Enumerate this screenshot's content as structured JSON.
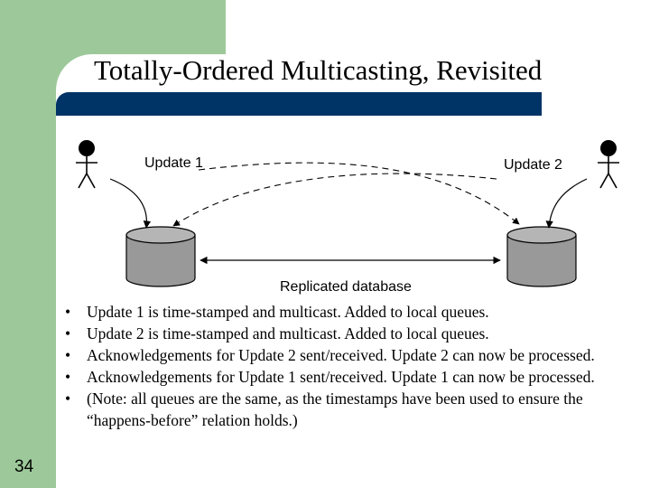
{
  "slide": {
    "title": "Totally-Ordered Multicasting, Revisited",
    "page_number": "34"
  },
  "diagram": {
    "update1_label": "Update 1",
    "update2_label": "Update 2",
    "database_label": "Replicated database",
    "node_color": "#999999"
  },
  "bullets": [
    "Update 1 is time-stamped and multicast.  Added to local queues.",
    "Update 2 is time-stamped and multicast.  Added to local queues.",
    "Acknowledgements for Update 2 sent/received.  Update 2 can now be processed.",
    "Acknowledgements for Update 1 sent/received.  Update 1 can now be processed.",
    "(Note: all queues are the same, as the timestamps have been used to ensure the “happens-before” relation holds.)"
  ],
  "colors": {
    "accent_green": "#9dc99a",
    "title_bar": "#003366"
  }
}
